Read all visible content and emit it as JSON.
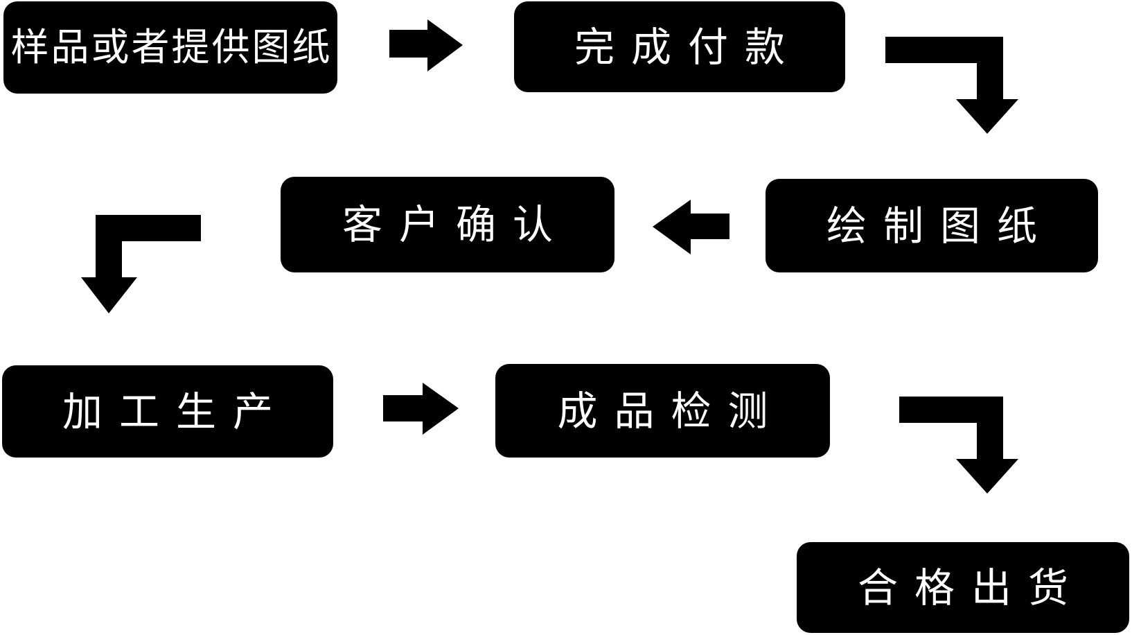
{
  "diagram": {
    "type": "flowchart",
    "colors": {
      "background": "#ffffff",
      "node_fill": "#000000",
      "node_text": "#ffffff",
      "arrow": "#000000"
    },
    "nodes": [
      {
        "label": "样品或者提供图纸"
      },
      {
        "label": "完成付款"
      },
      {
        "label": "绘制图纸"
      },
      {
        "label": "客户确认"
      },
      {
        "label": "加工生产"
      },
      {
        "label": "成品检测"
      },
      {
        "label": "合格出货"
      }
    ],
    "edges": [
      {
        "from": "样品或者提供图纸",
        "to": "完成付款",
        "shape": "straight-right-arrow"
      },
      {
        "from": "完成付款",
        "to": "绘制图纸",
        "shape": "elbow-right-then-down-arrow"
      },
      {
        "from": "绘制图纸",
        "to": "客户确认",
        "shape": "straight-left-arrow"
      },
      {
        "from": "客户确认",
        "to": "加工生产",
        "shape": "elbow-left-then-down-arrow"
      },
      {
        "from": "加工生产",
        "to": "成品检测",
        "shape": "straight-right-arrow"
      },
      {
        "from": "成品检测",
        "to": "合格出货",
        "shape": "elbow-right-then-down-arrow"
      }
    ]
  }
}
